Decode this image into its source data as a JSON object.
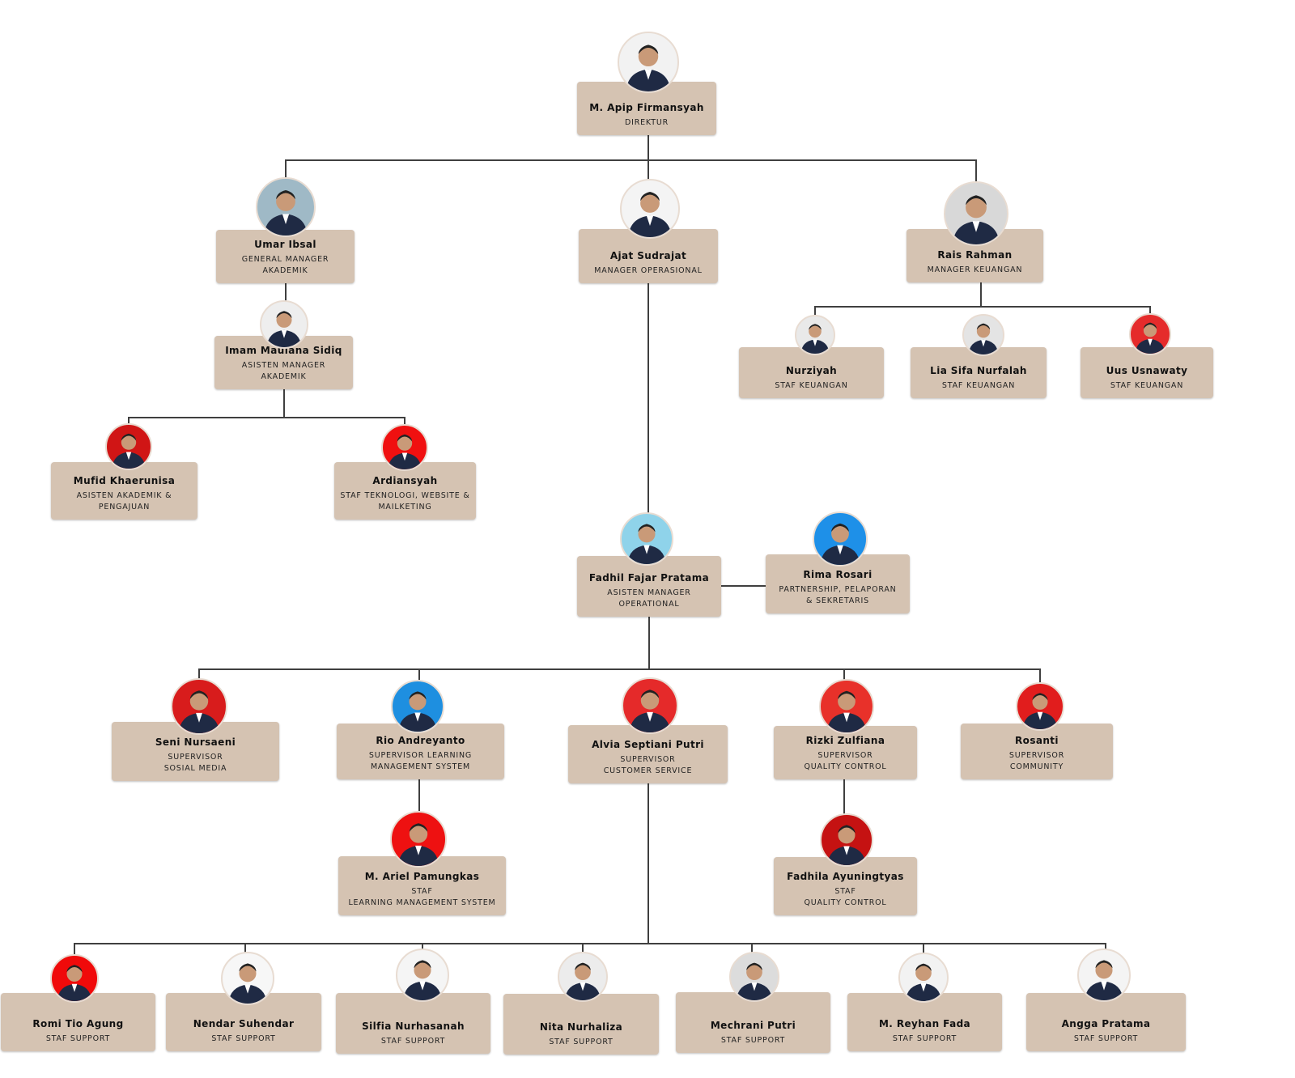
{
  "title": "Struktur Organisasi",
  "nodes": [
    {
      "id": "apip",
      "name": "M. Apip Firmansyah",
      "role": "DIREKTUR"
    },
    {
      "id": "umar",
      "name": "Umar Ibsal",
      "role": "GENERAL MANAGER\nAKADEMIK"
    },
    {
      "id": "ajat",
      "name": "Ajat Sudrajat",
      "role": "MANAGER OPERASIONAL"
    },
    {
      "id": "rais",
      "name": "Rais Rahman",
      "role": "MANAGER KEUANGAN"
    },
    {
      "id": "imam",
      "name": "Imam Maulana Sidiq",
      "role": "ASISTEN MANAGER\nAKADEMIK"
    },
    {
      "id": "nurziyah",
      "name": "Nurziyah",
      "role": "STAF KEUANGAN"
    },
    {
      "id": "lia",
      "name": "Lia Sifa Nurfalah",
      "role": "STAF KEUANGAN"
    },
    {
      "id": "uus",
      "name": "Uus Usnawaty",
      "role": "STAF KEUANGAN"
    },
    {
      "id": "mufid",
      "name": "Mufid Khaerunisa",
      "role": "ASISTEN AKADEMIK &\nPENGAJUAN"
    },
    {
      "id": "ardiansyah",
      "name": "Ardiansyah",
      "role": "STAF TEKNOLOGI, WEBSITE &\nMAILKETING"
    },
    {
      "id": "fadhil",
      "name": "Fadhil Fajar Pratama",
      "role": "ASISTEN MANAGER\nOPERATIONAL"
    },
    {
      "id": "rima",
      "name": "Rima Rosari",
      "role": "PARTNERSHIP, PELAPORAN\n& SEKRETARIS"
    },
    {
      "id": "seni",
      "name": "Seni Nursaeni",
      "role": "SUPERVISOR\nSOSIAL MEDIA"
    },
    {
      "id": "rio",
      "name": "Rio Andreyanto",
      "role": "SUPERVISOR LEARNING\nMANAGEMENT SYSTEM"
    },
    {
      "id": "alvia",
      "name": "Alvia Septiani Putri",
      "role": "SUPERVISOR\nCUSTOMER SERVICE"
    },
    {
      "id": "rizki",
      "name": "Rizki Zulfiana",
      "role": "SUPERVISOR\nQUALITY CONTROL"
    },
    {
      "id": "rosanti",
      "name": "Rosanti",
      "role": "SUPERVISOR\nCOMMUNITY"
    },
    {
      "id": "ariel",
      "name": "M. Ariel Pamungkas",
      "role": "STAF\nLEARNING MANAGEMENT SYSTEM"
    },
    {
      "id": "fadhila",
      "name": "Fadhila Ayuningtyas",
      "role": "STAF\nQUALITY CONTROL"
    },
    {
      "id": "romi",
      "name": "Romi Tio Agung",
      "role": "STAF SUPPORT"
    },
    {
      "id": "nendar",
      "name": "Nendar Suhendar",
      "role": "STAF SUPPORT"
    },
    {
      "id": "silfia",
      "name": "Silfia Nurhasanah",
      "role": "STAF SUPPORT"
    },
    {
      "id": "nita",
      "name": "Nita Nurhaliza",
      "role": "STAF SUPPORT"
    },
    {
      "id": "mechrani",
      "name": "Mechrani Putri",
      "role": "STAF SUPPORT"
    },
    {
      "id": "reyhan",
      "name": "M. Reyhan Fada",
      "role": "STAF SUPPORT"
    },
    {
      "id": "angga",
      "name": "Angga Pratama",
      "role": "STAF SUPPORT"
    }
  ],
  "colors": {
    "box": "#d5c3b2",
    "line": "#3f3f3f"
  }
}
